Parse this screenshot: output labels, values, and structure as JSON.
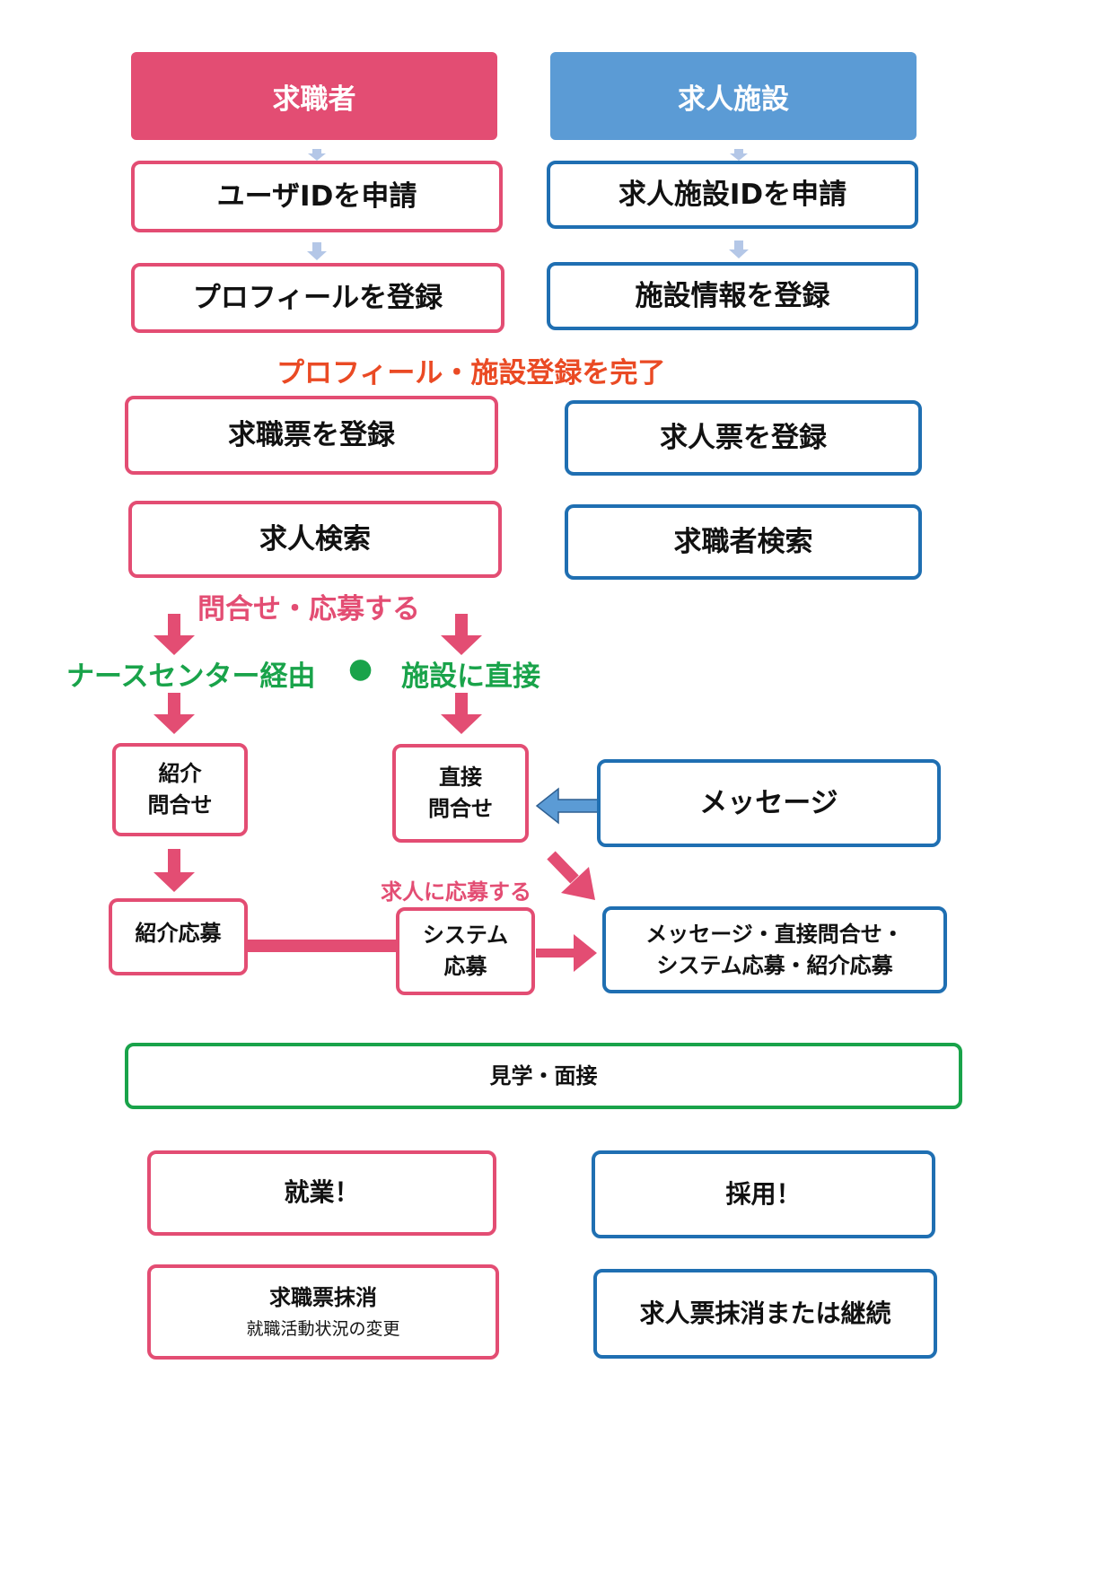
{
  "colors": {
    "seeker": "#e34d73",
    "facility": "#1f6fb2",
    "facility_header": "#5b9bd5",
    "complete": "#ea4a24",
    "green": "#19a34a",
    "small_arrow": "#b4c7e7"
  },
  "headers": {
    "seeker": "求職者",
    "facility": "求人施設"
  },
  "seeker_steps": {
    "apply_id": "ユーザIDを申請",
    "register_profile": "プロフィールを登録",
    "register_job_sheet": "求職票を登録",
    "search_jobs": "求人検索"
  },
  "facility_steps": {
    "apply_id": "求人施設IDを申請",
    "register_info": "施設情報を登録",
    "register_job_offer": "求人票を登録",
    "search_seekers": "求職者検索"
  },
  "complete_label": "プロフィール・施設登録を完了",
  "inquiry_label": "問合せ・応募する",
  "route_via_center": "ナースセンター経由",
  "route_bullet": "●",
  "route_direct": "施設に直接",
  "referral_inquiry": {
    "line1": "紹介",
    "line2": "問合せ"
  },
  "direct_inquiry": {
    "line1": "直接",
    "line2": "問合せ"
  },
  "message": "メッセージ",
  "apply_job_label": "求人に応募する",
  "referral_apply": "紹介応募",
  "system_apply": {
    "line1": "システム",
    "line2": "応募"
  },
  "result_box": {
    "line1": "メッセージ・直接問合せ・",
    "line2": "システム応募・紹介応募"
  },
  "visit_interview": "見学・面接",
  "employed": "就業！",
  "hired": "採用！",
  "seeker_end": {
    "title": "求職票抹消",
    "note": "就職活動状況の変更"
  },
  "facility_end": "求人票抹消または継続"
}
